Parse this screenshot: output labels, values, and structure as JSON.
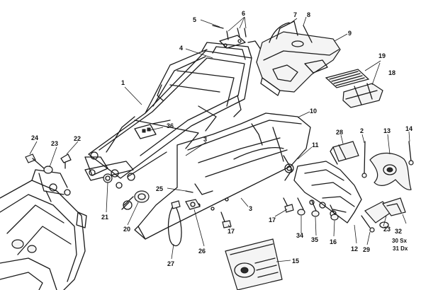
{
  "callouts": {
    "c1": "1",
    "c2": "2",
    "c3a": "3",
    "c3b": "3",
    "c4": "4",
    "c5": "5",
    "c6": "6",
    "c7": "7",
    "c8": "8",
    "c9": "9",
    "c10": "10",
    "c11": "11",
    "c12": "12",
    "c13": "13",
    "c14": "14",
    "c15": "15",
    "c16": "16",
    "c17a": "17",
    "c17b": "17",
    "c18": "18",
    "c19": "19",
    "c20": "20",
    "c21": "21",
    "c22": "22",
    "c23a": "23",
    "c23b": "23",
    "c24": "24",
    "c25": "25",
    "c26": "26",
    "c27": "27",
    "c28": "28",
    "c29": "29",
    "c30": "30 Sx",
    "c31": "31 Dx",
    "c32": "32",
    "c34": "34",
    "c35": "35",
    "c36": "36"
  },
  "colors": {
    "ink": "#1a1a1a",
    "background": "#ffffff"
  }
}
